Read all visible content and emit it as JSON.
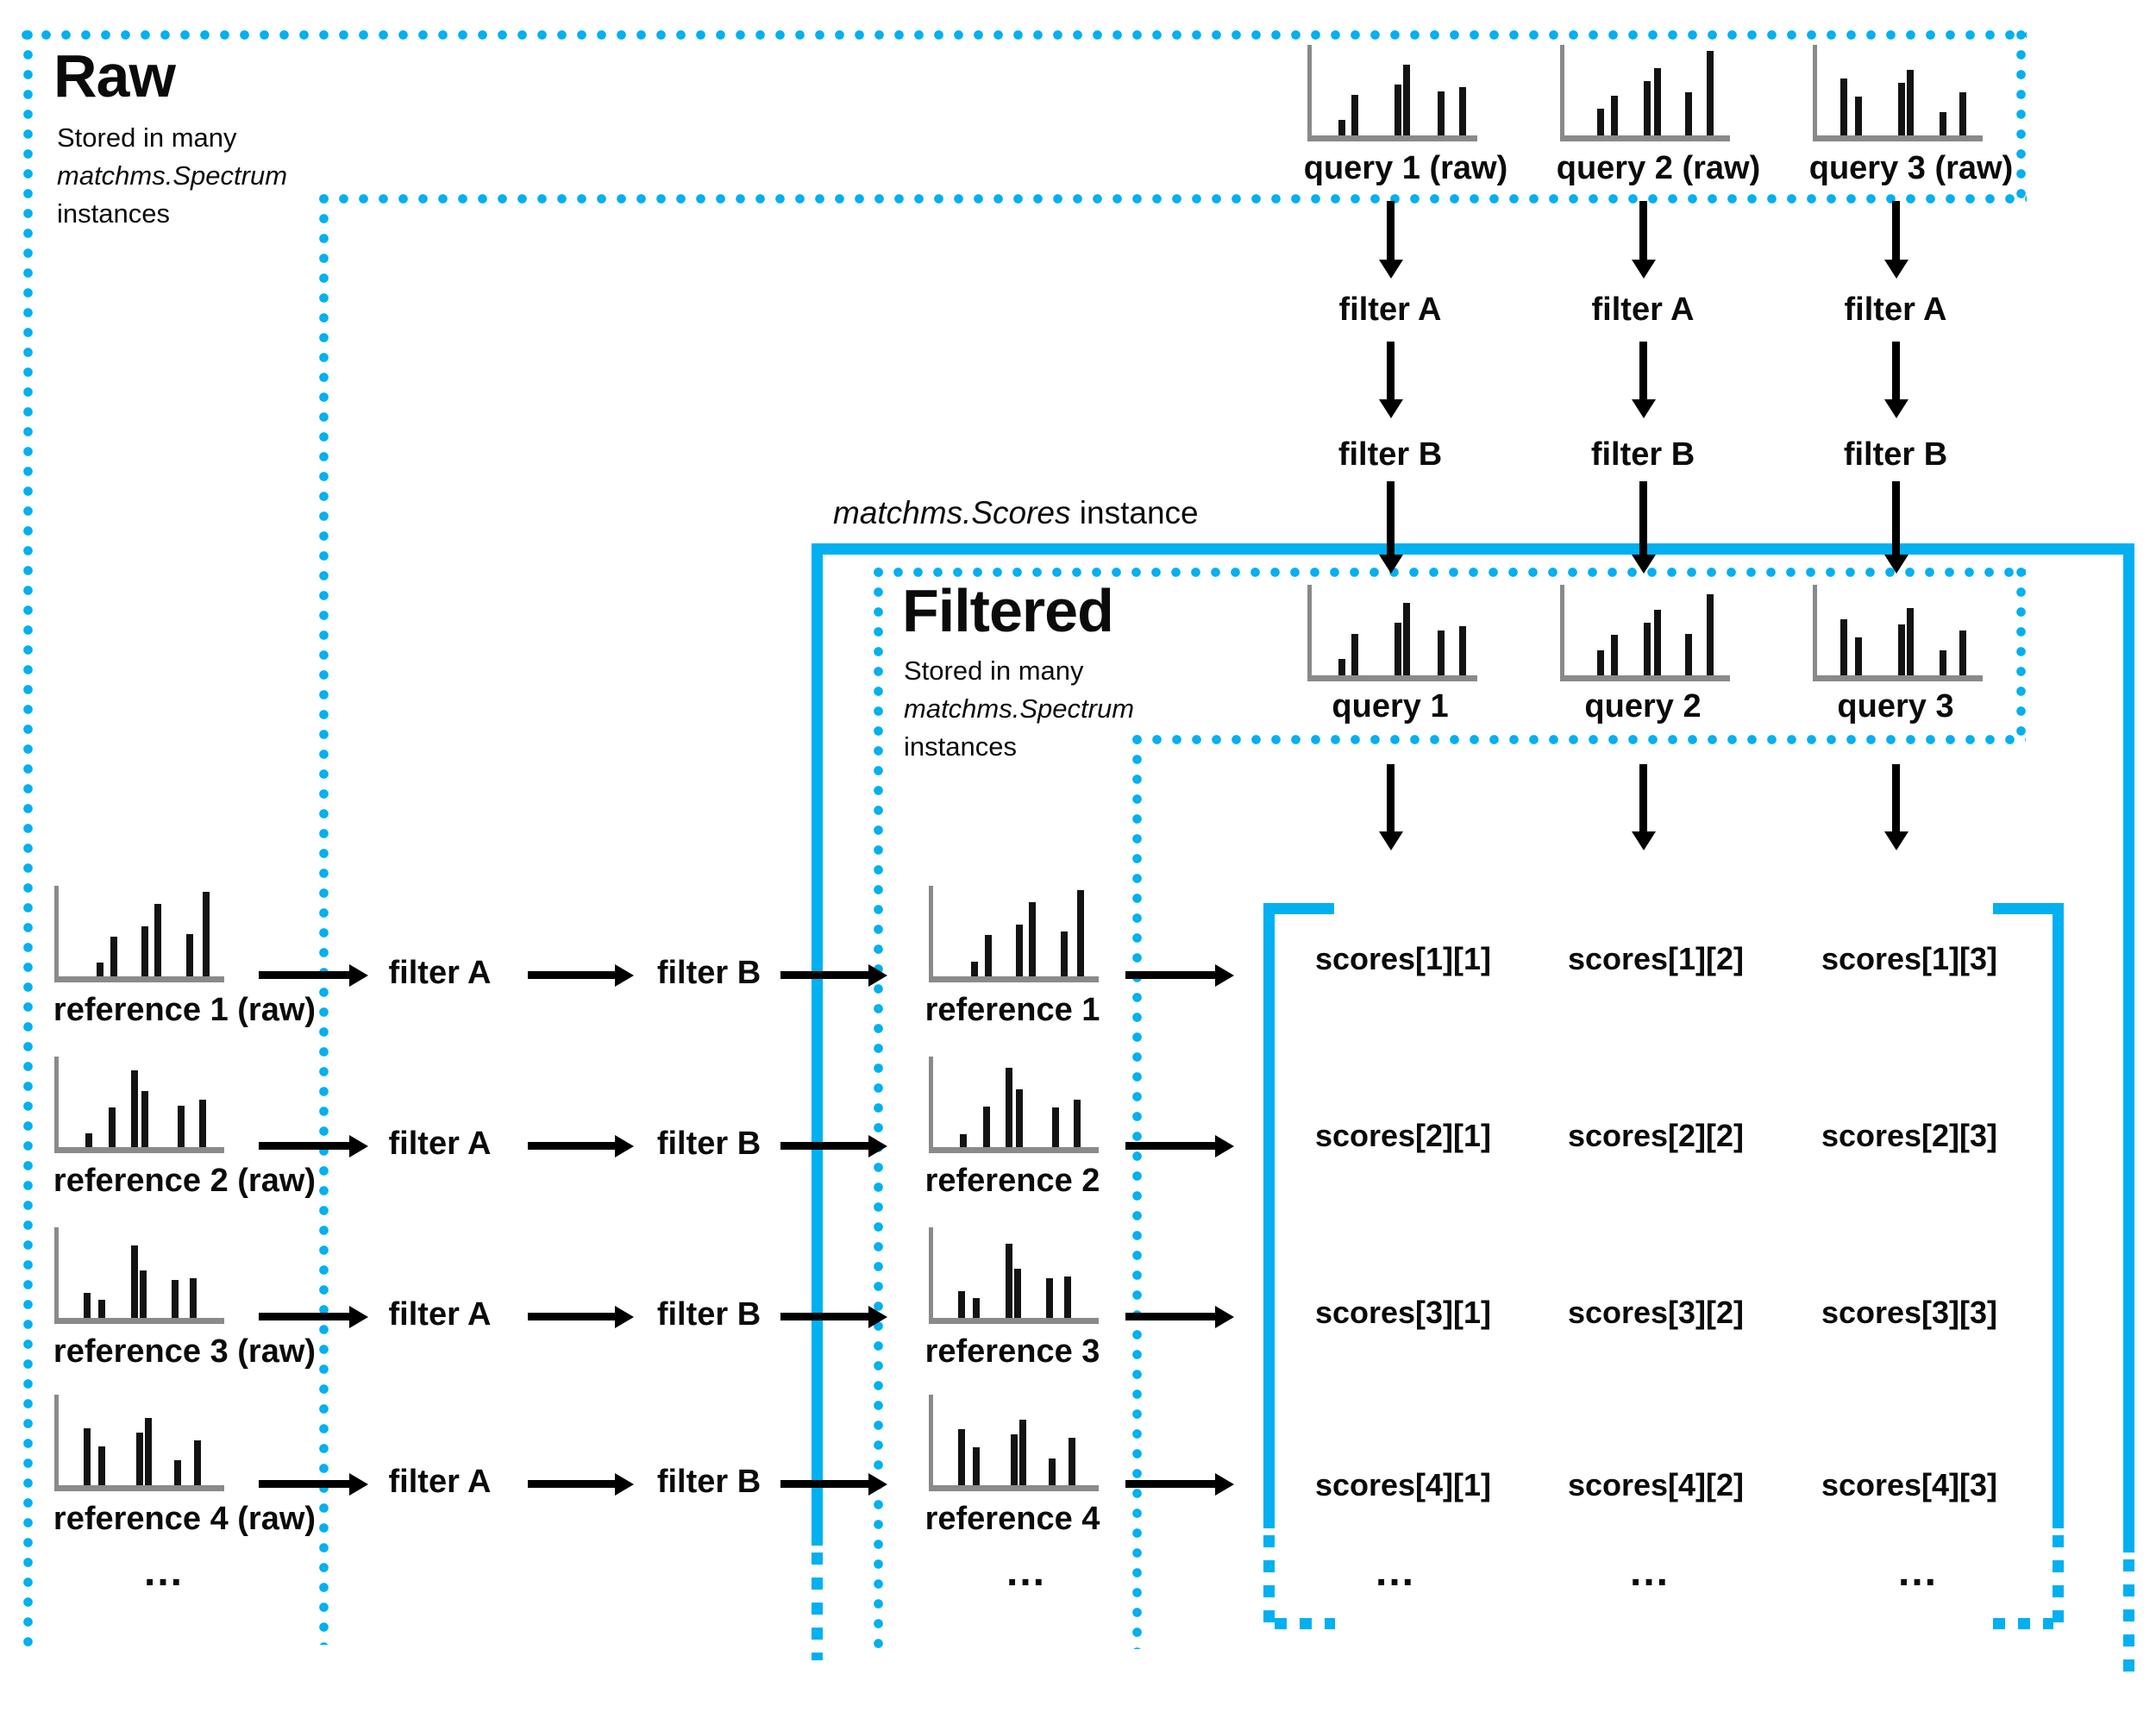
{
  "colors": {
    "accent_blue": "#00B0F0",
    "text_black": "#0b0b0b",
    "axis_gray": "#8a8a8a"
  },
  "ellipsis": "...",
  "raw_section": {
    "title": "Raw",
    "subtitle_line1": "Stored in many",
    "subtitle_line2": "matchms.Spectrum",
    "subtitle_line3": "instances"
  },
  "filtered_section": {
    "title": "Filtered",
    "subtitle_line1": "Stored in many",
    "subtitle_line2": "matchms.Spectrum",
    "subtitle_line3": "instances"
  },
  "scores_label": {
    "italic": "matchms.Scores",
    "regular": " instance"
  },
  "queries": {
    "raw_labels": [
      "query 1 (raw)",
      "query 2 (raw)",
      "query 3 (raw)"
    ],
    "filtered_labels": [
      "query 1",
      "query 2",
      "query 3"
    ],
    "filter_a": [
      "filter A",
      "filter A",
      "filter A"
    ],
    "filter_b": [
      "filter B",
      "filter B",
      "filter B"
    ]
  },
  "references": {
    "raw_labels": [
      "reference 1 (raw)",
      "reference 2 (raw)",
      "reference 3 (raw)",
      "reference 4 (raw)"
    ],
    "filtered_labels": [
      "reference 1",
      "reference 2",
      "reference 3",
      "reference 4"
    ],
    "filter_a": [
      "filter A",
      "filter A",
      "filter A",
      "filter A"
    ],
    "filter_b": [
      "filter B",
      "filter B",
      "filter B",
      "filter B"
    ]
  },
  "scores_matrix": {
    "cells": [
      [
        "scores[1][1]",
        "scores[1][2]",
        "scores[1][3]"
      ],
      [
        "scores[2][1]",
        "scores[2][2]",
        "scores[2][3]"
      ],
      [
        "scores[3][1]",
        "scores[3][2]",
        "scores[3][3]"
      ],
      [
        "scores[4][1]",
        "scores[4][2]",
        "scores[4][3]"
      ]
    ]
  },
  "spectra": {
    "query_raw": [
      [
        [
          0.16,
          0.17
        ],
        [
          0.24,
          0.45
        ],
        [
          0.5,
          0.56
        ],
        [
          0.55,
          0.78
        ],
        [
          0.76,
          0.49
        ],
        [
          0.89,
          0.53
        ]
      ],
      [
        [
          0.2,
          0.3
        ],
        [
          0.28,
          0.44
        ],
        [
          0.48,
          0.6
        ],
        [
          0.54,
          0.74
        ],
        [
          0.73,
          0.48
        ],
        [
          0.86,
          0.93
        ]
      ],
      [
        [
          0.14,
          0.63
        ],
        [
          0.23,
          0.43
        ],
        [
          0.49,
          0.58
        ],
        [
          0.54,
          0.72
        ],
        [
          0.74,
          0.26
        ],
        [
          0.86,
          0.48
        ]
      ]
    ],
    "query_filtered": [
      [
        [
          0.16,
          0.18
        ],
        [
          0.24,
          0.46
        ],
        [
          0.5,
          0.58
        ],
        [
          0.55,
          0.8
        ],
        [
          0.76,
          0.5
        ],
        [
          0.89,
          0.54
        ]
      ],
      [
        [
          0.2,
          0.28
        ],
        [
          0.28,
          0.45
        ],
        [
          0.48,
          0.58
        ],
        [
          0.54,
          0.72
        ],
        [
          0.73,
          0.46
        ],
        [
          0.86,
          0.9
        ]
      ],
      [
        [
          0.14,
          0.62
        ],
        [
          0.23,
          0.42
        ],
        [
          0.49,
          0.56
        ],
        [
          0.54,
          0.74
        ],
        [
          0.74,
          0.28
        ],
        [
          0.86,
          0.5
        ]
      ]
    ],
    "reference_raw": [
      [
        [
          0.23,
          0.15
        ],
        [
          0.31,
          0.44
        ],
        [
          0.5,
          0.55
        ],
        [
          0.58,
          0.8
        ],
        [
          0.77,
          0.47
        ],
        [
          0.87,
          0.93
        ]
      ],
      [
        [
          0.16,
          0.15
        ],
        [
          0.3,
          0.44
        ],
        [
          0.44,
          0.85
        ],
        [
          0.5,
          0.62
        ],
        [
          0.72,
          0.46
        ],
        [
          0.85,
          0.52
        ]
      ],
      [
        [
          0.15,
          0.28
        ],
        [
          0.24,
          0.2
        ],
        [
          0.44,
          0.8
        ],
        [
          0.49,
          0.52
        ],
        [
          0.68,
          0.42
        ],
        [
          0.79,
          0.44
        ]
      ],
      [
        [
          0.15,
          0.63
        ],
        [
          0.24,
          0.43
        ],
        [
          0.47,
          0.58
        ],
        [
          0.52,
          0.74
        ],
        [
          0.7,
          0.28
        ],
        [
          0.82,
          0.5
        ]
      ]
    ],
    "reference_filtered": [
      [
        [
          0.23,
          0.16
        ],
        [
          0.31,
          0.46
        ],
        [
          0.5,
          0.57
        ],
        [
          0.58,
          0.82
        ],
        [
          0.77,
          0.5
        ],
        [
          0.87,
          0.95
        ]
      ],
      [
        [
          0.16,
          0.14
        ],
        [
          0.3,
          0.45
        ],
        [
          0.44,
          0.88
        ],
        [
          0.5,
          0.64
        ],
        [
          0.72,
          0.44
        ],
        [
          0.85,
          0.52
        ]
      ],
      [
        [
          0.15,
          0.3
        ],
        [
          0.24,
          0.22
        ],
        [
          0.44,
          0.82
        ],
        [
          0.49,
          0.54
        ],
        [
          0.68,
          0.44
        ],
        [
          0.79,
          0.46
        ]
      ],
      [
        [
          0.15,
          0.62
        ],
        [
          0.24,
          0.42
        ],
        [
          0.47,
          0.56
        ],
        [
          0.52,
          0.72
        ],
        [
          0.7,
          0.3
        ],
        [
          0.82,
          0.52
        ]
      ]
    ]
  }
}
